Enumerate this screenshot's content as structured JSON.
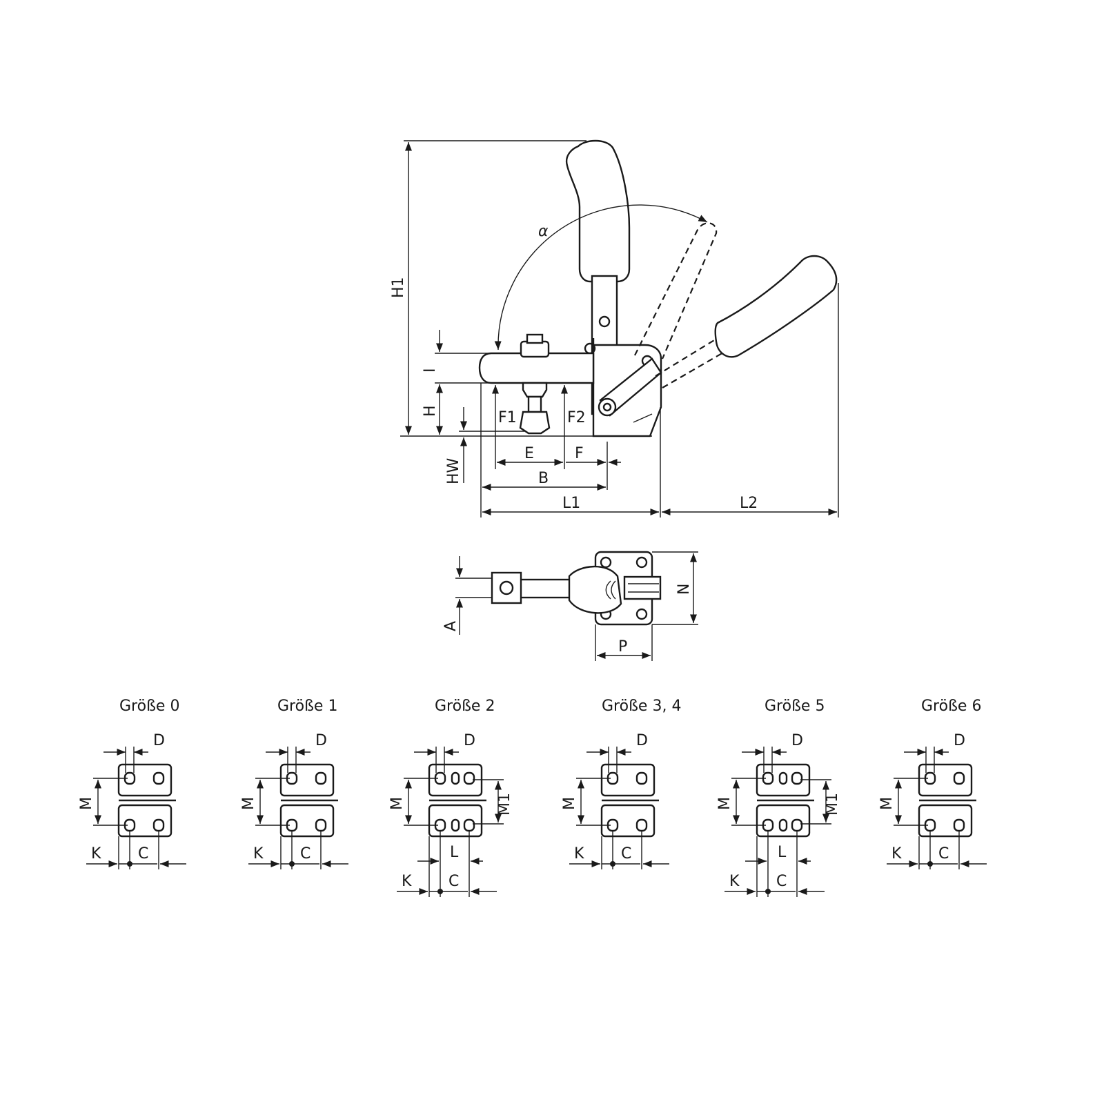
{
  "side_view": {
    "labels": {
      "H1": "H1",
      "alpha": "α",
      "I": "I",
      "H": "H",
      "HW": "HW",
      "F1": "F1",
      "F2": "F2",
      "E": "E",
      "F": "F",
      "B": "B",
      "L1": "L1",
      "L2": "L2"
    }
  },
  "top_view": {
    "labels": {
      "A": "A",
      "N": "N",
      "P": "P"
    }
  },
  "sizes": [
    {
      "title": "Größe 0",
      "labels": {
        "D": "D",
        "M": "M",
        "K": "K",
        "C": "C"
      }
    },
    {
      "title": "Größe 1",
      "labels": {
        "D": "D",
        "M": "M",
        "K": "K",
        "C": "C"
      }
    },
    {
      "title": "Größe 2",
      "labels": {
        "D": "D",
        "M": "M",
        "M1": "M1",
        "L": "L",
        "K": "K",
        "C": "C"
      }
    },
    {
      "title": "Größe 3, 4",
      "labels": {
        "D": "D",
        "M": "M",
        "K": "K",
        "C": "C"
      }
    },
    {
      "title": "Größe 5",
      "labels": {
        "D": "D",
        "M": "M",
        "M1": "M1",
        "L": "L",
        "K": "K",
        "C": "C"
      }
    },
    {
      "title": "Größe 6",
      "labels": {
        "D": "D",
        "M": "M",
        "K": "K",
        "C": "C"
      }
    }
  ],
  "colors": {
    "line": "#1a1a1a",
    "background": "#ffffff"
  }
}
